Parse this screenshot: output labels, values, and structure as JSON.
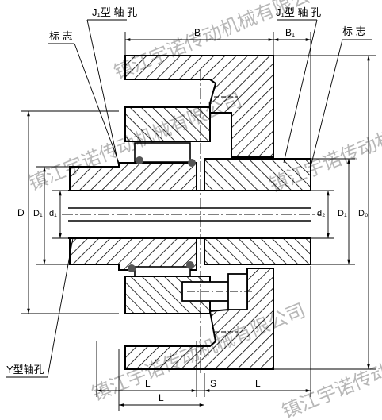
{
  "labels": {
    "j1_hole_left": "J₁型 轴 孔",
    "j1_hole_right": "J₁型 轴 孔",
    "mark_left": "标 志",
    "mark_right": "标 志",
    "y_hole": "Y型轴孔",
    "dim_B": "B",
    "dim_B1": "B₁",
    "dim_D": "D",
    "dim_D1_left": "D₁",
    "dim_d1": "d₁",
    "dim_d2": "d₂",
    "dim_D1_right": "D₁",
    "dim_D0": "D₀",
    "dim_L_left": "L",
    "dim_S": "S",
    "dim_L_right": "L",
    "dim_L_bottom": "L"
  },
  "watermarks": [
    "镇江宇诺传动机械有限公司",
    "镇江宇诺传动机械有限公司",
    "镇江宇诺传动机械有限公司",
    "镇江宇诺传动机械有限公司",
    "镇江宇诺传动机械有限公司"
  ]
}
